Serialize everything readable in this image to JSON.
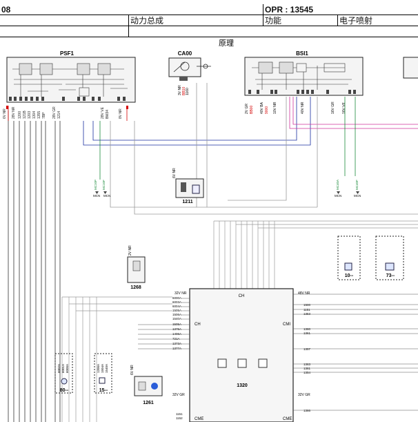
{
  "header": {
    "doc_code": "08",
    "opr": "OPR : 13545",
    "section": "动力总成",
    "function_label": "功能",
    "function_value": "电子喷射"
  },
  "diagram_title": "原理",
  "components": {
    "psf1": {
      "name": "PSF1"
    },
    "ca00": {
      "name": "CA00"
    },
    "bsi1": {
      "name": "BSI1"
    },
    "c1211": {
      "name": "1211"
    },
    "c1268": {
      "name": "1268"
    },
    "c1320": {
      "name": "1320"
    },
    "c1261": {
      "name": "1261"
    },
    "c10": {
      "name": "10--"
    },
    "c73": {
      "name": "73--"
    },
    "c80": {
      "name": "80--"
    },
    "c15": {
      "name": "15--"
    }
  },
  "pin_labels": {
    "psf1_left": [
      "6V NR",
      "28V NR",
      "1200",
      "121B",
      "1203",
      "1304",
      "1355",
      "7BP"
    ],
    "psf1_right": [
      "28V GR",
      "1214"
    ],
    "psf1_right2": [
      "28V VE",
      "BM34"
    ],
    "psf1_right3": [
      "8V NR"
    ],
    "ca00_conn": "3V NR",
    "ca00_wires": [
      "BB10",
      "1160"
    ],
    "bsi1_left": [
      "2V GR",
      "BB00"
    ],
    "bsi1_left2": [
      "40V BA",
      "9000"
    ],
    "bsi1_mid": [
      "10V NR"
    ],
    "bsi1_mid2": [
      "40V NR"
    ],
    "bsi1_right": [
      "16V GR"
    ],
    "bsi1_right2": [
      "16V VE"
    ],
    "c1211_conn": "6V NR",
    "c1268_conn": "2V NR",
    "c1261_conn": "6V NR",
    "c1320_top_conn": "32V NR",
    "c1320_top_right_conn": "48V NR",
    "c1320_left_conn": "32V NR",
    "c1320_left_bottom_conn": "32V GR",
    "c1320_right_bottom_conn": "32V GR",
    "c1320_top_label": "CH",
    "c1320_left_label": "CH",
    "c1320_right_label": "CMI",
    "c1320_bottom_left_label": "CME",
    "c1320_bottom_right_label": "CME",
    "c1320_left_wires": [
      "6000A",
      "6003A",
      "6004A",
      "1505A",
      "1506A",
      "1540A",
      "1505A",
      "1375A",
      "1406A",
      "721A",
      "1373A",
      "1377A"
    ],
    "c1320_right_wires": [
      "1500",
      "1151",
      "1353",
      "1360",
      "1361",
      "1357",
      "1363",
      "1361",
      "1354",
      "1366"
    ],
    "c1320_bottom_wires": [
      "1151",
      "1152"
    ],
    "mc_labels": [
      "MC10P",
      "MC10F",
      "MC40A",
      "MC40F"
    ],
    "mc_bottom": [
      "MCN",
      "MCN",
      "MCN",
      "MCN"
    ],
    "c80_wires": [
      "6002A",
      "6001A",
      "6000A"
    ],
    "c15_wires": [
      "1200A",
      "1504A",
      "1540A"
    ]
  },
  "colors": {
    "line": "#222222",
    "wire_red": "#d40000",
    "wire_green": "#1a8a3a",
    "wire_blue": "#1a2ea0",
    "wire_pink": "#d0329a",
    "wire_grey": "#9a9a9a",
    "wire_dark": "#333333",
    "relay_fill": "#e8e8e8"
  }
}
